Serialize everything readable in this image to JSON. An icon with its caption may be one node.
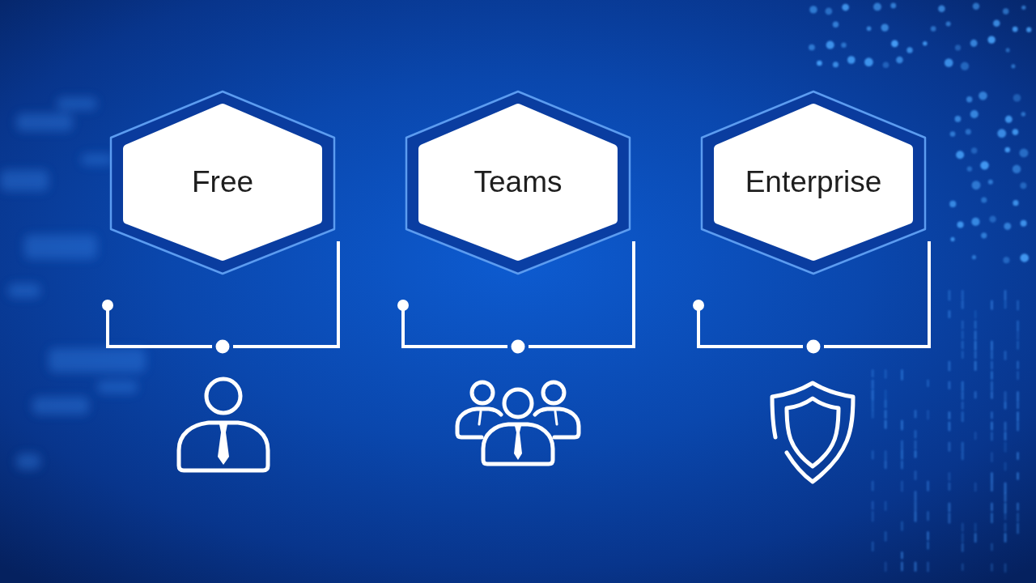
{
  "diagram": {
    "nodes": [
      {
        "text": [
          "Free"
        ]
      },
      {
        "text": [
          "Teams"
        ]
      },
      {
        "text": [
          "Enterprise"
        ]
      }
    ]
  }
}
